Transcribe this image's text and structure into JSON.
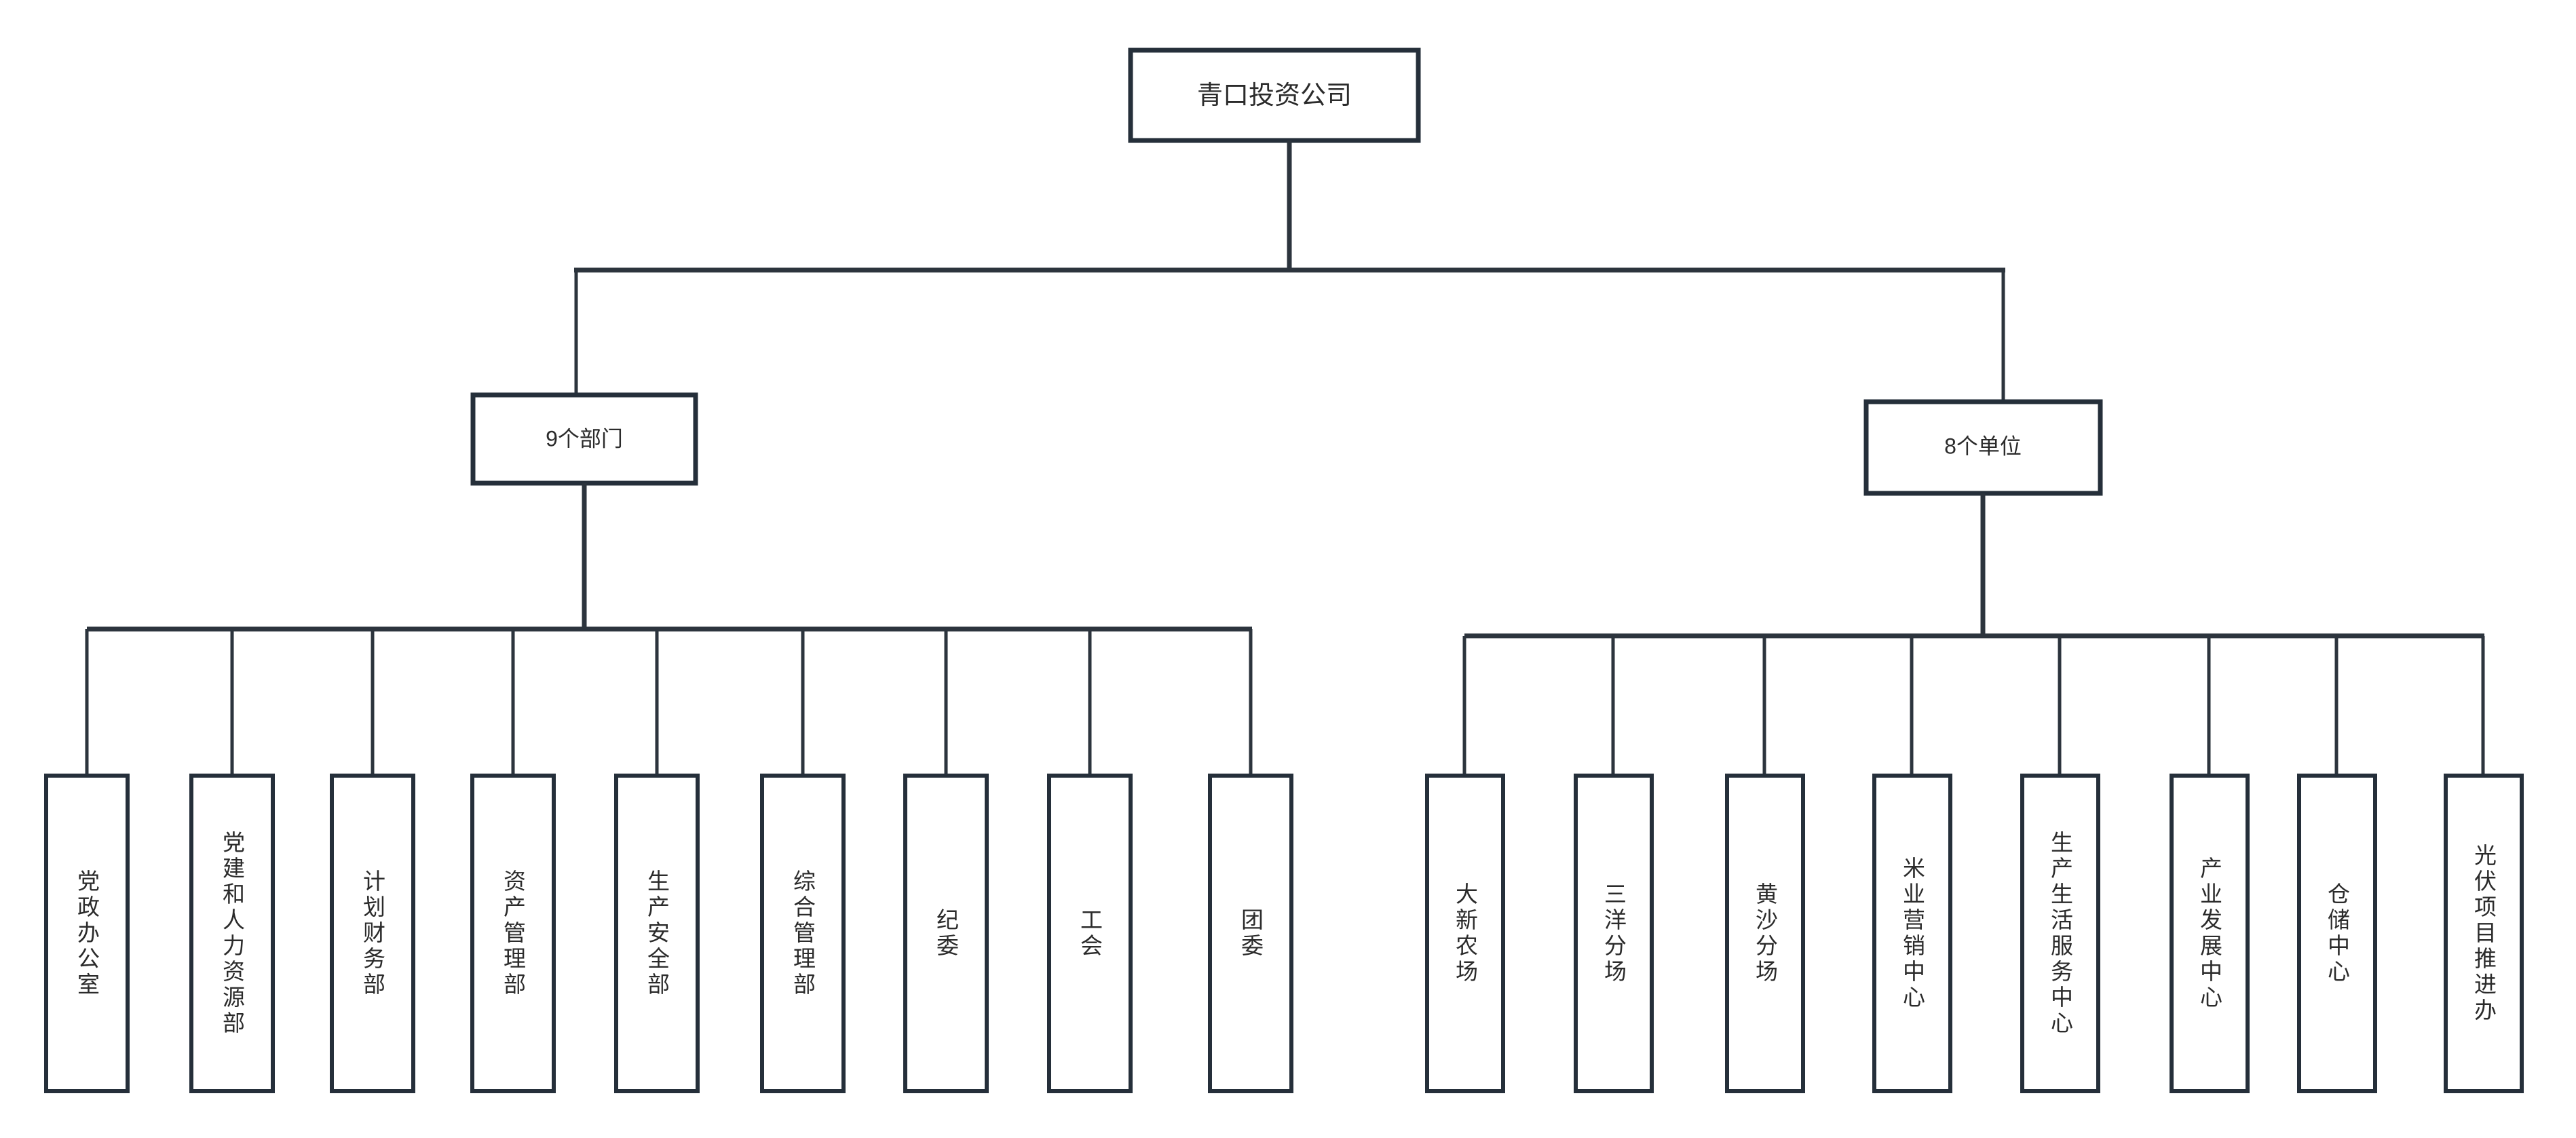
{
  "diagram": {
    "type": "organizational-chart",
    "orientation": "top-down",
    "background_color": "#ffffff",
    "line_color": "#2c343d",
    "box_border_color": "#252f3a",
    "box_fill_color": "#ffffff",
    "text_color": "#2b2b2b"
  },
  "root": {
    "label": "青口投资公司"
  },
  "branches": [
    {
      "id": "departments",
      "label": "9个部门"
    },
    {
      "id": "units",
      "label": "8个单位"
    }
  ],
  "departments": {
    "parent_label": "9个部门",
    "count": 9,
    "items": [
      {
        "label": "党政办公室"
      },
      {
        "label": "党建和人力资源部"
      },
      {
        "label": "计划财务部"
      },
      {
        "label": "资产管理部"
      },
      {
        "label": "生产安全部"
      },
      {
        "label": "综合管理部"
      },
      {
        "label": "纪委"
      },
      {
        "label": "工会"
      },
      {
        "label": "团委"
      }
    ]
  },
  "units": {
    "parent_label": "8个单位",
    "count": 8,
    "items": [
      {
        "label": "大新农场"
      },
      {
        "label": "三洋分场"
      },
      {
        "label": "黄沙分场"
      },
      {
        "label": "米业营销中心"
      },
      {
        "label": "生产生活服务中心"
      },
      {
        "label": "产业发展中心"
      },
      {
        "label": "仓储中心"
      },
      {
        "label": "光伏项目推进办"
      }
    ]
  }
}
